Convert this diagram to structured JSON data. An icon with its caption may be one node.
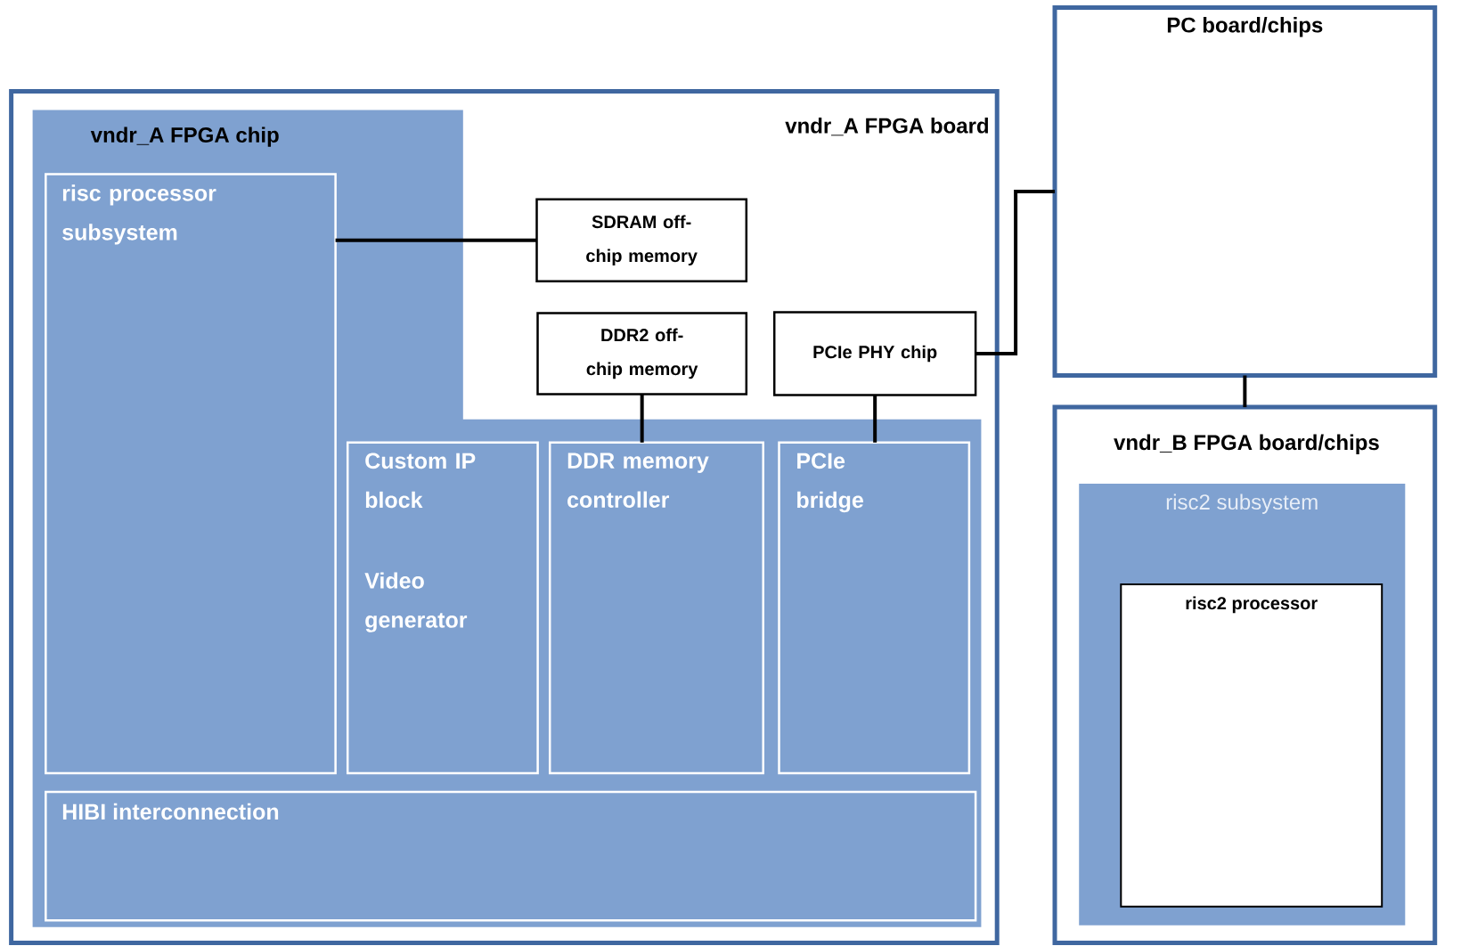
{
  "diagram": {
    "nodes": [
      {
        "text": [
          "vndr_A FPGA board"
        ]
      },
      {
        "text": [
          "vndr_A FPGA chip"
        ],
        "in": 0
      },
      {
        "text": [
          "risc processor subsystem"
        ],
        "in": 1
      },
      {
        "text": [
          "SDRAM off-chip memory"
        ],
        "in": 0
      },
      {
        "text": [
          "DDR2 off-chip memory"
        ],
        "in": 0
      },
      {
        "text": [
          "PCIe PHY chip"
        ],
        "in": 0
      },
      {
        "text": [
          "Custom IP block",
          "Video generator"
        ],
        "in": 1
      },
      {
        "text": [
          "DDR memory controller"
        ],
        "in": 1
      },
      {
        "text": [
          "PCIe bridge"
        ],
        "in": 1
      },
      {
        "text": [
          "HIBI interconnection"
        ],
        "in": 1
      },
      {
        "text": [
          "PC board/chips"
        ]
      },
      {
        "text": [
          "vndr_B FPGA board/chips"
        ]
      },
      {
        "text": [
          "risc2 subsystem"
        ],
        "in": 11
      },
      {
        "text": [
          "risc2 processor"
        ],
        "in": 12
      }
    ],
    "edges": [
      {
        "from": 2,
        "to": 3,
        "arrow": "none"
      },
      {
        "from": 4,
        "to": 7,
        "arrow": "none"
      },
      {
        "from": 5,
        "to": 8,
        "arrow": "none"
      },
      {
        "from": 5,
        "to": 10,
        "arrow": "none"
      },
      {
        "from": 10,
        "to": 11,
        "arrow": "none"
      }
    ]
  }
}
